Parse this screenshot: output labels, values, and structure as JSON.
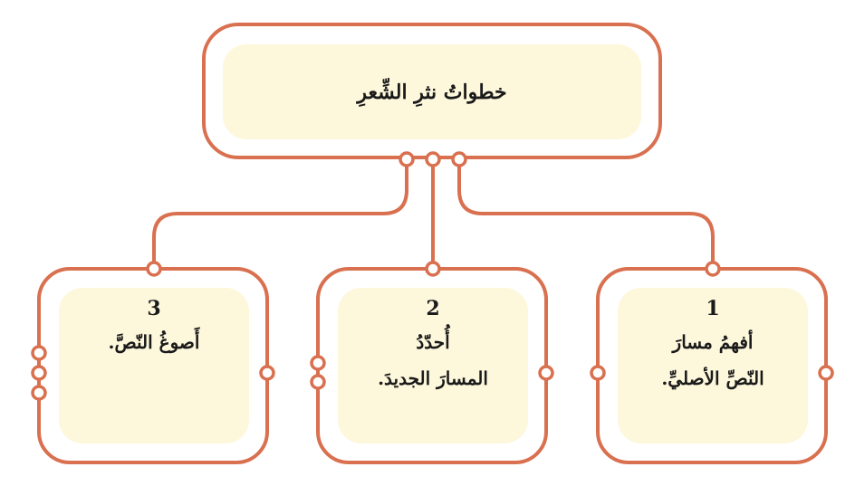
{
  "root": {
    "title": "خطواتُ نثرِ الشِّعرِ"
  },
  "steps": [
    {
      "number": "1",
      "lines": [
        "أفهمُ مسارَ",
        "النّصِّ الأصليِّ."
      ]
    },
    {
      "number": "2",
      "lines": [
        "أُحدّدُ",
        "المسارَ الجديدَ."
      ]
    },
    {
      "number": "3",
      "lines": [
        "أَصوغُ النّصَّ."
      ]
    }
  ],
  "colors": {
    "frame": "#d9704f",
    "panel_fill": "#fdf7dc",
    "text": "#1a1a1a"
  }
}
